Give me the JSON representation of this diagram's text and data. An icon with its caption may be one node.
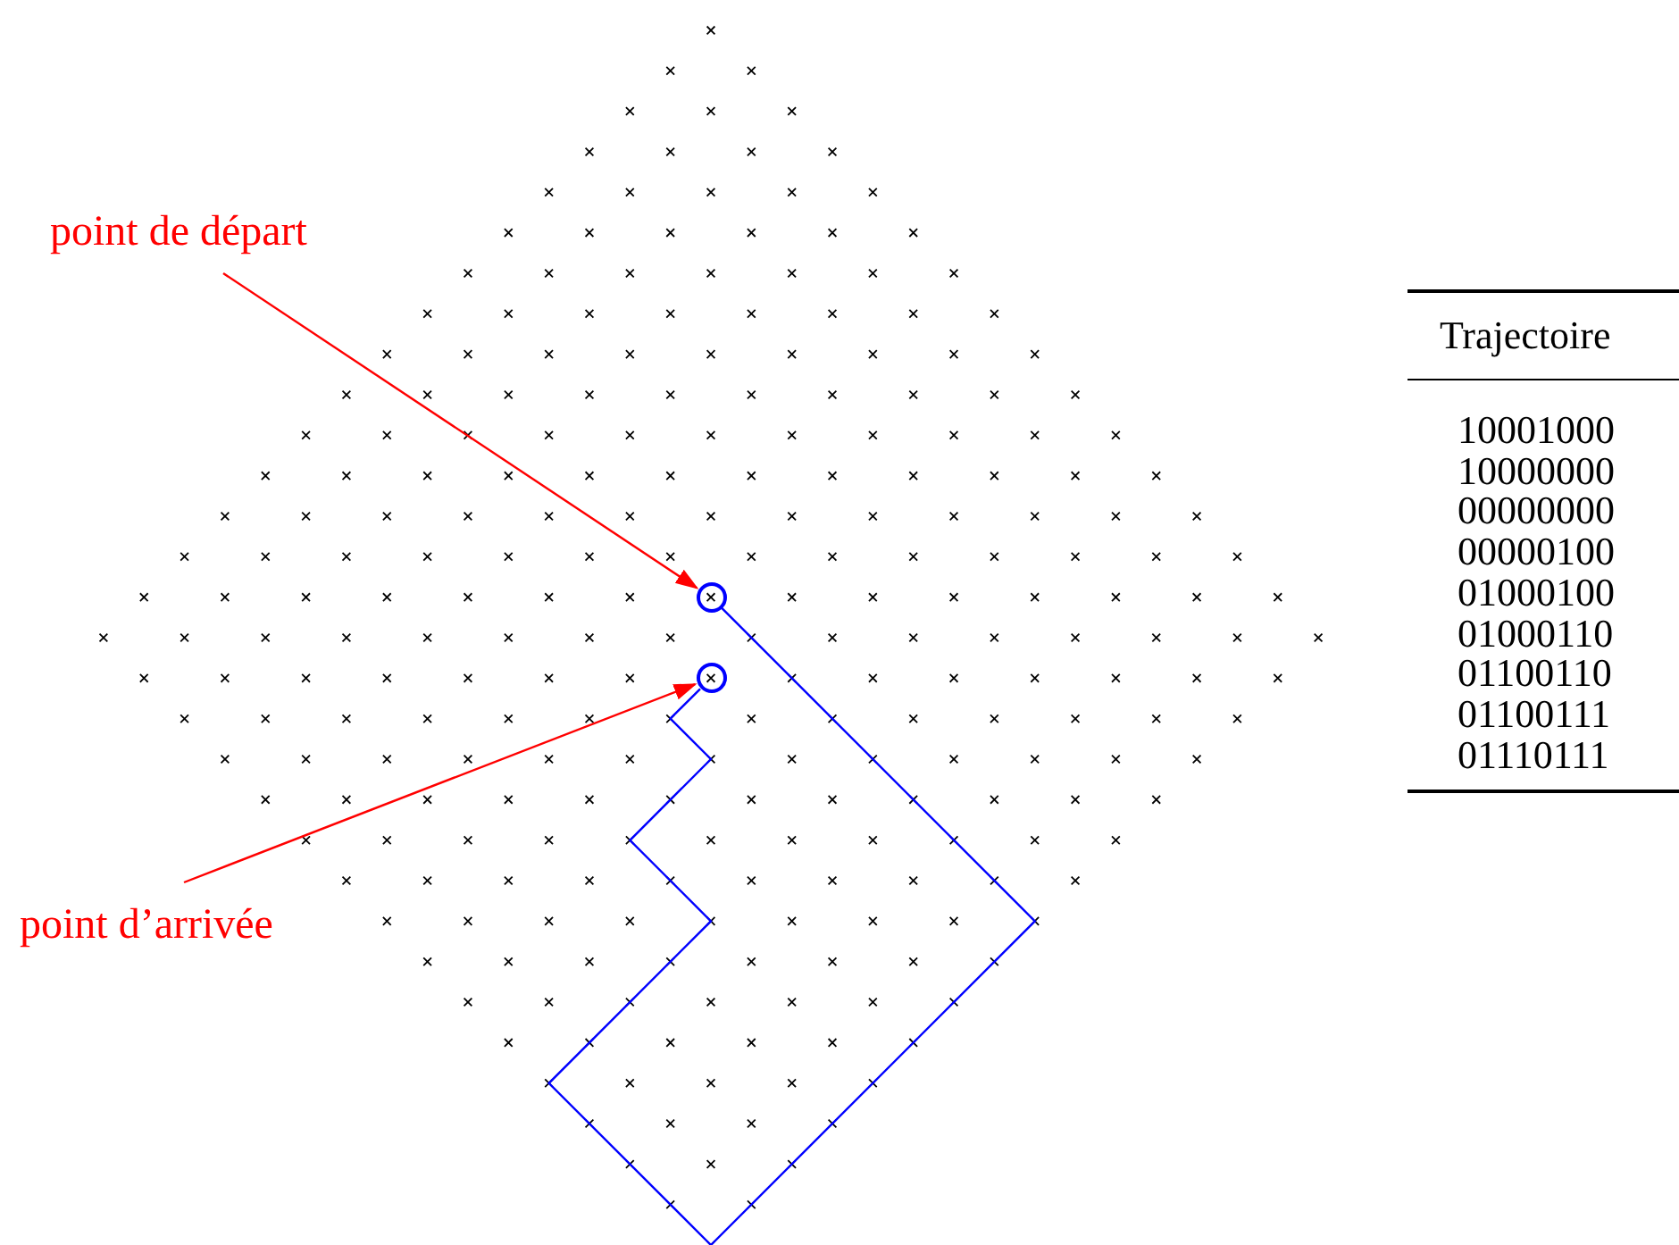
{
  "diagram": {
    "nodes": [
      {
        "text": [
          "point de départ"
        ]
      },
      {
        "text": [],
        "shape": "circle"
      },
      {
        "text": [
          "point d’arrivée"
        ]
      },
      {
        "text": [],
        "shape": "circle"
      }
    ],
    "edges": [
      {
        "from": 0,
        "to": 1,
        "arrow": "to",
        "color": "#ff0000"
      },
      {
        "from": 2,
        "to": 3,
        "arrow": "to",
        "color": "#ff0000"
      },
      {
        "from": 1,
        "to": 3,
        "arrow": "none",
        "color": "#0000ff"
      }
    ],
    "labels": [
      "Trajectoire",
      "10001000",
      "10000000",
      "00000000",
      "00000100",
      "01000100",
      "01000110",
      "01100110",
      "01100111",
      "01110111"
    ]
  }
}
